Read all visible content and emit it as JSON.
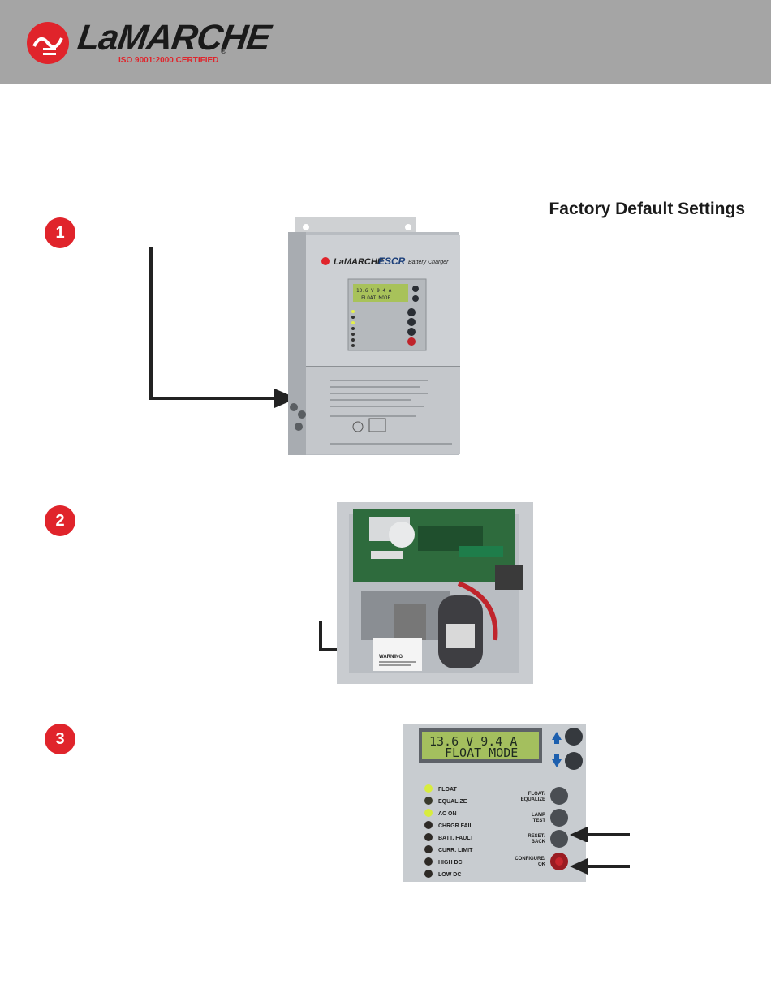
{
  "header": {
    "brand": "LaMARCHE",
    "registered": "®",
    "certification": "ISO 9001:2000 CERTIFIED",
    "background": "#a5a5a5",
    "accent": "#e0242b",
    "logo_icon": "lamarche-logo-icon"
  },
  "title": "Factory Default Settings",
  "steps": [
    {
      "number": "1",
      "photo": "charger-front-photo"
    },
    {
      "number": "2",
      "photo": "charger-interior-photo"
    },
    {
      "number": "3",
      "photo": "control-panel-photo"
    }
  ],
  "charger_front": {
    "brand": "LaMARCHE",
    "model": "ESCR",
    "product": "Battery Charger",
    "lcd_line1": "13.6 V  9.4 A",
    "lcd_line2": "FLOAT MODE"
  },
  "interior": {
    "warning_label": "WARNING"
  },
  "control_panel": {
    "lcd_line1": "13.6 V  9.4 A",
    "lcd_line2": "FLOAT MODE",
    "indicators": [
      {
        "label": "FLOAT",
        "lit": true
      },
      {
        "label": "EQUALIZE",
        "lit": false
      },
      {
        "label": "AC ON",
        "lit": true
      },
      {
        "label": "CHRGR FAIL",
        "lit": false
      },
      {
        "label": "BATT. FAULT",
        "lit": false
      },
      {
        "label": "CURR. LIMIT",
        "lit": false
      },
      {
        "label": "HIGH DC",
        "lit": false
      },
      {
        "label": "LOW DC",
        "lit": false
      }
    ],
    "buttons": [
      {
        "line1": "FLOAT/",
        "line2": "EQUALIZE"
      },
      {
        "line1": "LAMP",
        "line2": "TEST"
      },
      {
        "line1": "RESET/",
        "line2": "BACK"
      },
      {
        "line1": "CONFIGURE/",
        "line2": "OK"
      }
    ]
  }
}
